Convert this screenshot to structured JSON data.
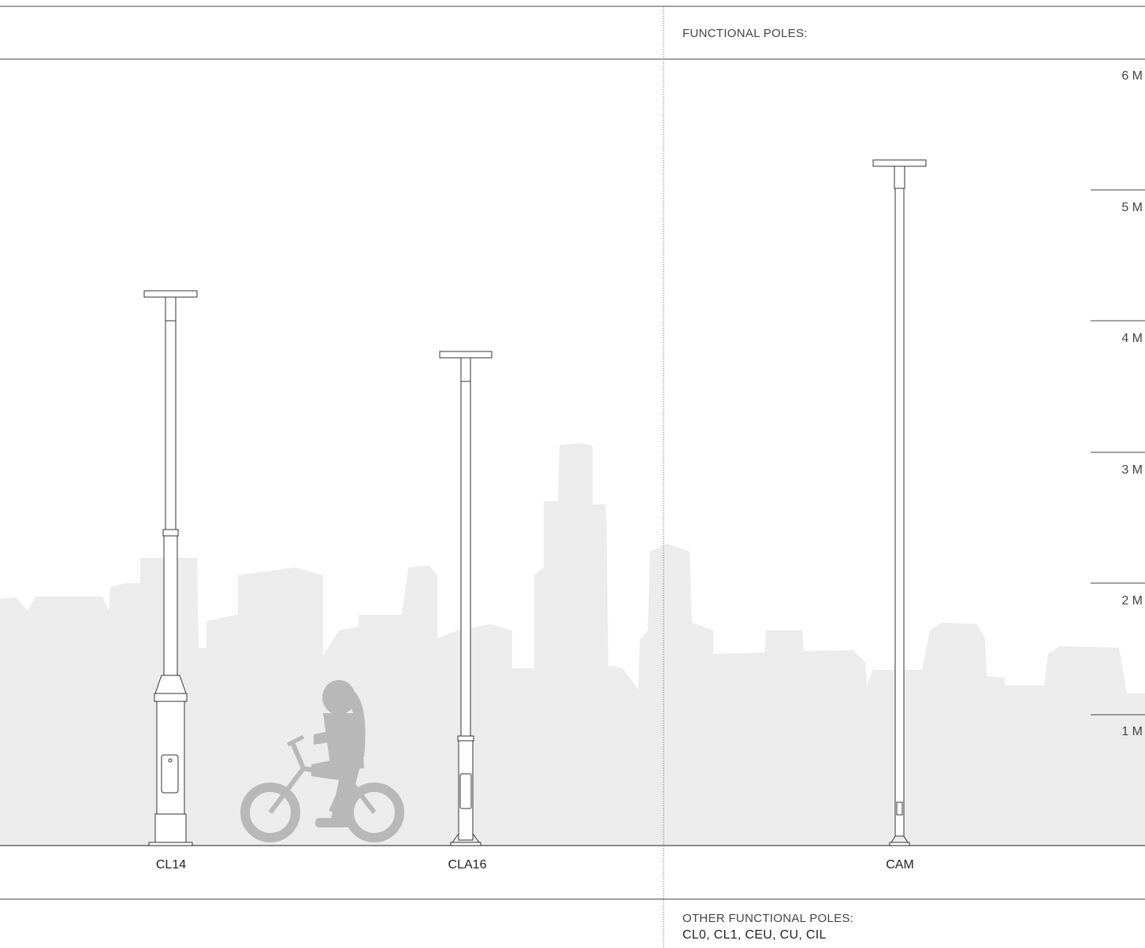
{
  "header": {
    "functional_poles": "FUNCTIONAL POLES:"
  },
  "footer": {
    "other_title": "OTHER FUNCTIONAL POLES:",
    "other_list": "CL0, CL1, CEU, CU, CIL"
  },
  "scale": {
    "labels": [
      "6 M",
      "5 M",
      "4 M",
      "3 M",
      "2 M",
      "1 M"
    ]
  },
  "poles": [
    {
      "name": "CL14"
    },
    {
      "name": "CLA16"
    },
    {
      "name": "CAM"
    }
  ],
  "colors": {
    "skyline": "#ececec",
    "child": "#b8b8b8",
    "line": "#333333",
    "divider": "#888888"
  }
}
